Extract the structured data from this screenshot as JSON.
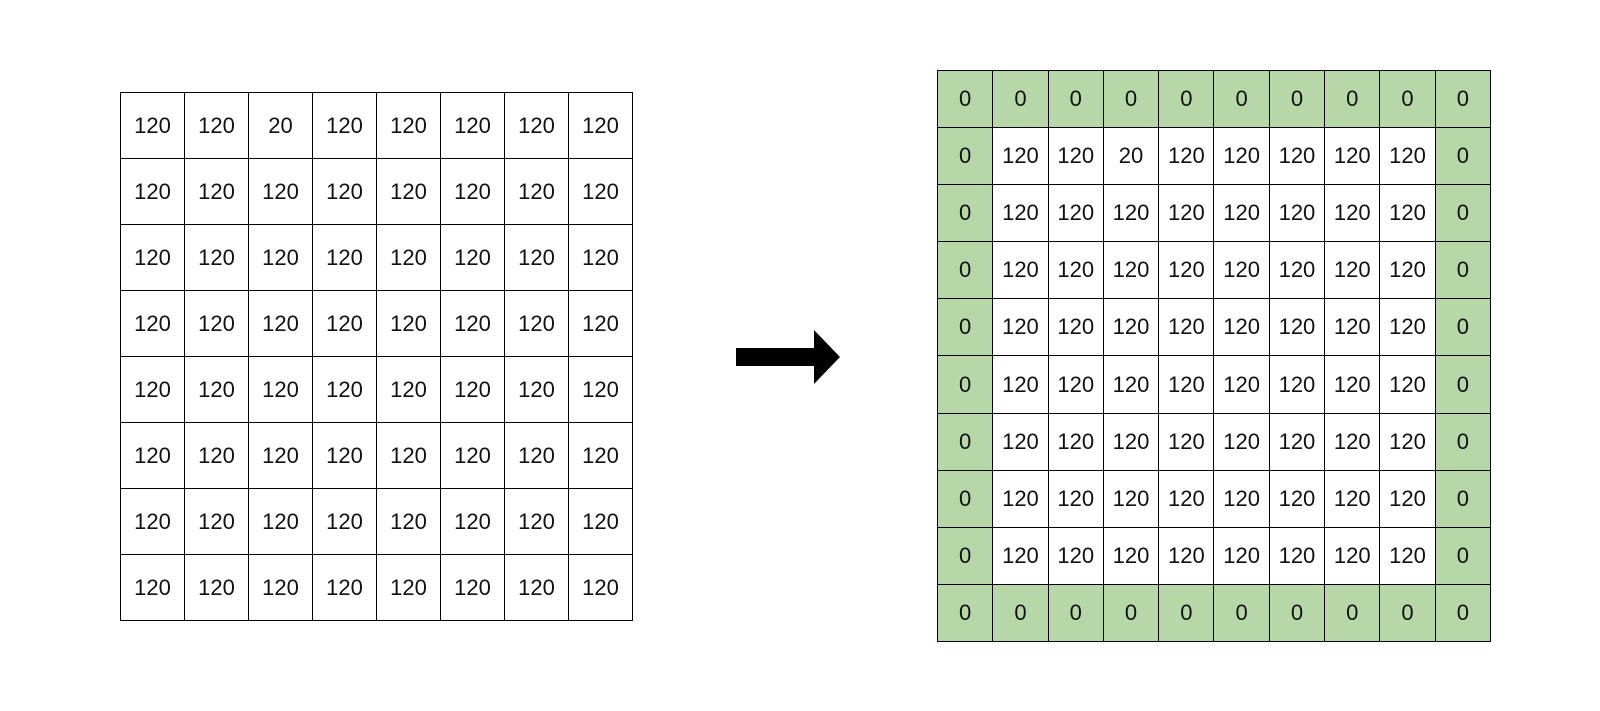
{
  "input_grid": {
    "rows": [
      [
        "120",
        "120",
        "20",
        "120",
        "120",
        "120",
        "120",
        "120"
      ],
      [
        "120",
        "120",
        "120",
        "120",
        "120",
        "120",
        "120",
        "120"
      ],
      [
        "120",
        "120",
        "120",
        "120",
        "120",
        "120",
        "120",
        "120"
      ],
      [
        "120",
        "120",
        "120",
        "120",
        "120",
        "120",
        "120",
        "120"
      ],
      [
        "120",
        "120",
        "120",
        "120",
        "120",
        "120",
        "120",
        "120"
      ],
      [
        "120",
        "120",
        "120",
        "120",
        "120",
        "120",
        "120",
        "120"
      ],
      [
        "120",
        "120",
        "120",
        "120",
        "120",
        "120",
        "120",
        "120"
      ],
      [
        "120",
        "120",
        "120",
        "120",
        "120",
        "120",
        "120",
        "120"
      ]
    ]
  },
  "output_grid": {
    "padding_color": "#b6d7a8",
    "cell_color": "#ffffff",
    "padding_value": "0",
    "rows": [
      [
        "0",
        "0",
        "0",
        "0",
        "0",
        "0",
        "0",
        "0",
        "0",
        "0"
      ],
      [
        "0",
        "120",
        "120",
        "20",
        "120",
        "120",
        "120",
        "120",
        "120",
        "0"
      ],
      [
        "0",
        "120",
        "120",
        "120",
        "120",
        "120",
        "120",
        "120",
        "120",
        "0"
      ],
      [
        "0",
        "120",
        "120",
        "120",
        "120",
        "120",
        "120",
        "120",
        "120",
        "0"
      ],
      [
        "0",
        "120",
        "120",
        "120",
        "120",
        "120",
        "120",
        "120",
        "120",
        "0"
      ],
      [
        "0",
        "120",
        "120",
        "120",
        "120",
        "120",
        "120",
        "120",
        "120",
        "0"
      ],
      [
        "0",
        "120",
        "120",
        "120",
        "120",
        "120",
        "120",
        "120",
        "120",
        "0"
      ],
      [
        "0",
        "120",
        "120",
        "120",
        "120",
        "120",
        "120",
        "120",
        "120",
        "0"
      ],
      [
        "0",
        "120",
        "120",
        "120",
        "120",
        "120",
        "120",
        "120",
        "120",
        "0"
      ],
      [
        "0",
        "0",
        "0",
        "0",
        "0",
        "0",
        "0",
        "0",
        "0",
        "0"
      ]
    ]
  },
  "arrow": {
    "icon": "right-arrow-icon",
    "color": "#000000"
  }
}
